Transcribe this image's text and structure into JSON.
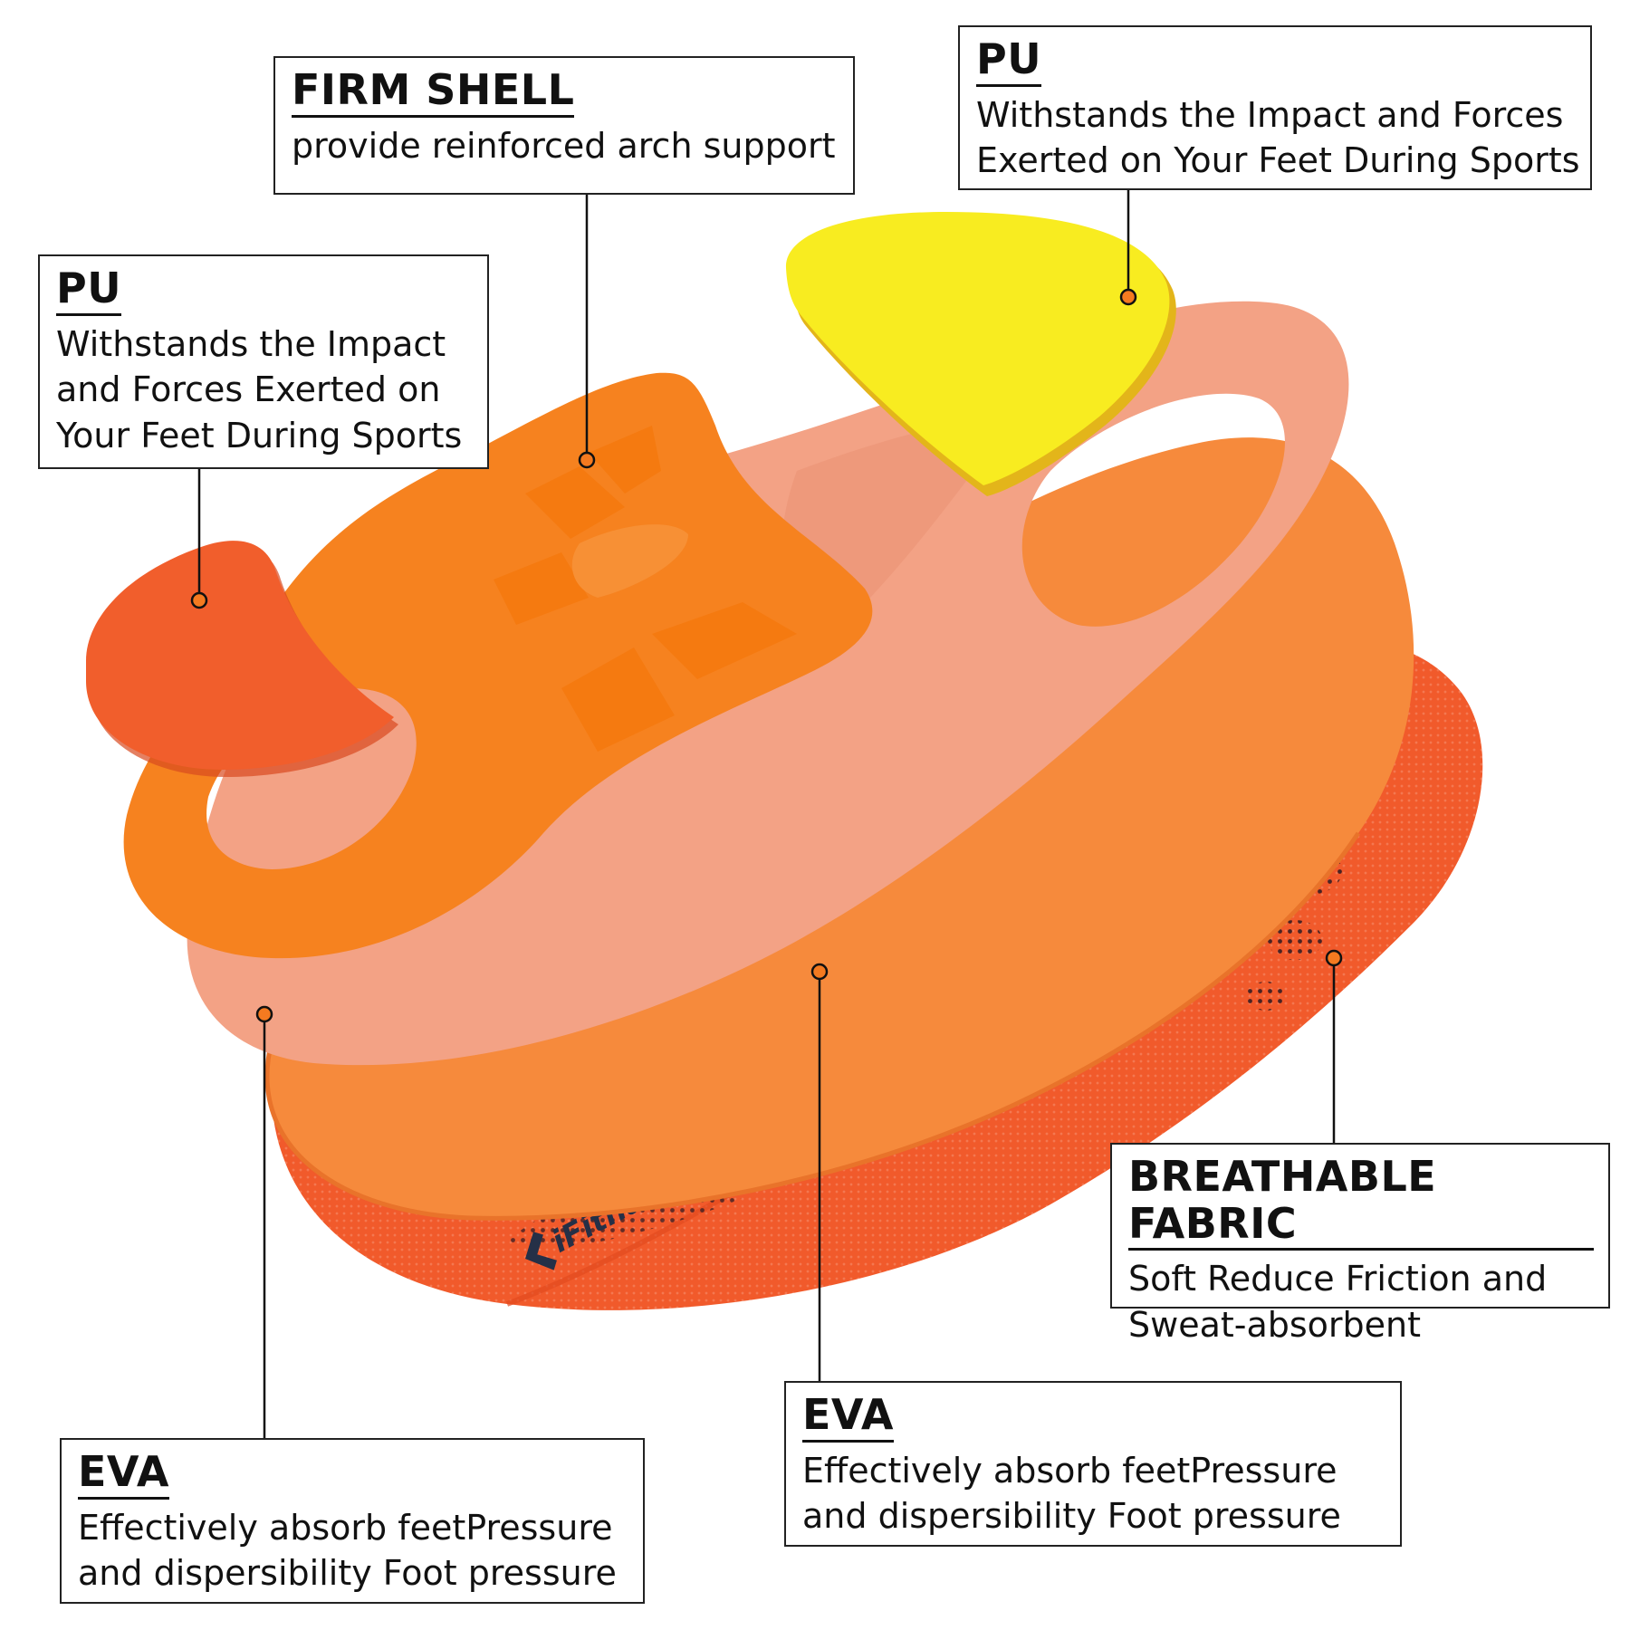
{
  "labels": {
    "firm_shell": {
      "title": "FIRM SHELL",
      "desc": [
        "provide reinforced arch support"
      ]
    },
    "pu_right": {
      "title": "PU",
      "desc": [
        "Withstands the Impact and Forces",
        "Exerted on Your Feet During Sports"
      ]
    },
    "pu_left": {
      "title": "PU",
      "desc": [
        "Withstands the Impact",
        "and Forces Exerted on",
        "Your Feet During Sports"
      ]
    },
    "breathable_fabric": {
      "title": "BREATHABLE FABRIC",
      "desc": [
        "Soft Reduce Friction and",
        "Sweat-absorbent"
      ]
    },
    "eva_middle": {
      "title": "EVA",
      "desc": [
        "Effectively absorb feetPressure",
        "and dispersibility Foot pressure"
      ]
    },
    "eva_bottom": {
      "title": "EVA",
      "desc": [
        "Effectively absorb feetPressure",
        "and dispersibility Foot pressure"
      ]
    }
  },
  "brand": {
    "name": "iFitna",
    "mark": "®"
  },
  "colors": {
    "fabric_layer": "#F15A2B",
    "eva_orange_layer": "#F68A3C",
    "eva_salmon_layer": "#F3A285",
    "firm_shell": "#F6821F",
    "pu_heel": "#F15E2C",
    "pu_forefoot": "#F8EC20",
    "callout_line": "#111111",
    "callout_dot": "#F47A20"
  }
}
